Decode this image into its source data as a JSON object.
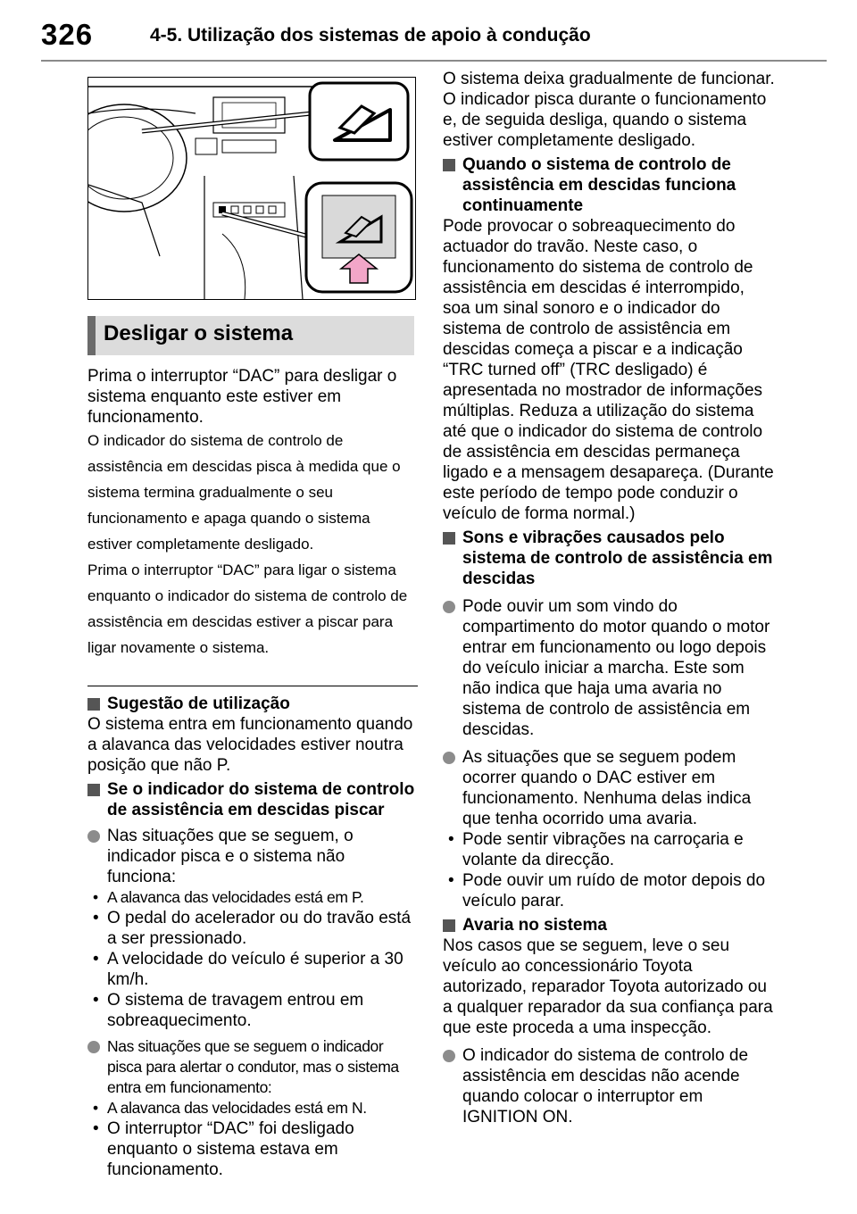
{
  "header": {
    "page_number": "326",
    "section": "4-5. Utilização dos sistemas de apoio à condução"
  },
  "banner": {
    "title": "Desligar o sistema"
  },
  "left": {
    "p1": "Prima o interruptor “DAC” para desligar o sistema enquanto este estiver em funcionamento.",
    "p2": "O indicador do sistema de controlo de assistência em descidas pisca à medida que o sistema termina gradualmente o seu funcionamento e apaga quando o sistema estiver completamente desligado.",
    "p3": "Prima o interruptor “DAC” para ligar o sistema enquanto o indicador do sistema de controlo de assistência em descidas estiver a piscar para ligar novamente o sistema.",
    "h1": "Sugestão de utilização",
    "p4": "O sistema entra em funcionamento quando a alavanca das velocidades estiver noutra posição que não P.",
    "h2": "Se o indicador do sistema de controlo de assistência em descidas piscar",
    "b1": "Nas situações que se seguem, o indicador pisca e o sistema não funciona:",
    "b1_items": [
      "A alavanca das velocidades está em P.",
      "O pedal do acelerador ou do travão está a ser pressionado.",
      "A velocidade do veículo é superior a 30 km/h.",
      "O sistema de travagem entrou em sobreaquecimento."
    ],
    "b2": "Nas situações que se seguem o indicador pisca para alertar o condutor, mas o sistema entra em funcionamento:",
    "b2_items": [
      "A alavanca das velocidades está em N.",
      "O interruptor “DAC” foi desligado enquanto o sistema estava em funcionamento."
    ]
  },
  "right": {
    "p1": "O sistema deixa gradualmente de funcionar. O indicador pisca durante o funcionamento e, de seguida desliga, quando o sistema estiver completamente desligado.",
    "h1": "Quando o sistema de controlo de assistência em descidas funciona continuamente",
    "p2": "Pode provocar o sobreaquecimento do actuador do travão. Neste caso, o funcionamento do sistema de controlo de assistência em descidas é interrompido, soa um sinal sonoro e o indicador do sistema de controlo de assistência em descidas começa a piscar e a indicação “TRC turned off” (TRC desligado) é apresentada no mostrador de informações múltiplas. Reduza a utilização do sistema até que o indicador do sistema de controlo de assistência em descidas permaneça ligado e a mensagem desapareça. (Durante este período de tempo pode conduzir o veículo de forma normal.)",
    "h2": "Sons e vibrações causados pelo sistema de controlo de assistência em descidas",
    "b1": "Pode ouvir um som vindo do compartimento do motor quando o motor entrar em funcionamento ou logo depois do veículo iniciar a marcha. Este som não indica que haja uma avaria no sistema de controlo de assistência em descidas.",
    "b2": "As situações que se seguem podem ocorrer quando o DAC estiver em funcionamento. Nenhuma delas indica que tenha ocorrido uma avaria.",
    "b2_items": [
      "Pode sentir vibrações na carroçaria e volante da direcção.",
      "Pode ouvir um ruído de motor depois do veículo parar."
    ],
    "h3": "Avaria no sistema",
    "p3": "Nos casos que se seguem, leve o seu veículo ao concessionário Toyota autorizado, reparador Toyota autorizado ou a qualquer reparador da sua confiança para que este proceda a uma inspecção.",
    "b3": "O indicador do sistema de controlo de assistência em descidas não acende quando colocar o interruptor em IGNITION ON."
  },
  "colors": {
    "arrow_pink": "#f2a6c8",
    "banner_bg": "#dcdcdc",
    "banner_bar": "#6b6b6b",
    "bullet_grey": "#8c8c8c"
  }
}
